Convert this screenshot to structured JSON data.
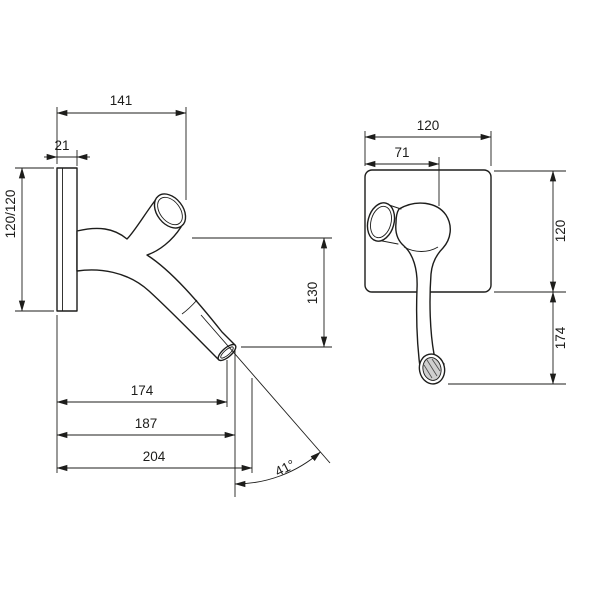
{
  "colors": {
    "line": "#1d1d1b",
    "background": "#ffffff"
  },
  "side_view": {
    "dims": {
      "overall_width": "141",
      "plate_depth": "21",
      "plate_size": "120/120",
      "height_drop": "130",
      "projection_outlet": "174",
      "projection_mid": "187",
      "projection_max": "204",
      "spout_angle": "41°"
    }
  },
  "front_view": {
    "dims": {
      "plate_width": "120",
      "handle_offset": "71",
      "plate_height": "120",
      "outlet_drop": "174"
    }
  }
}
